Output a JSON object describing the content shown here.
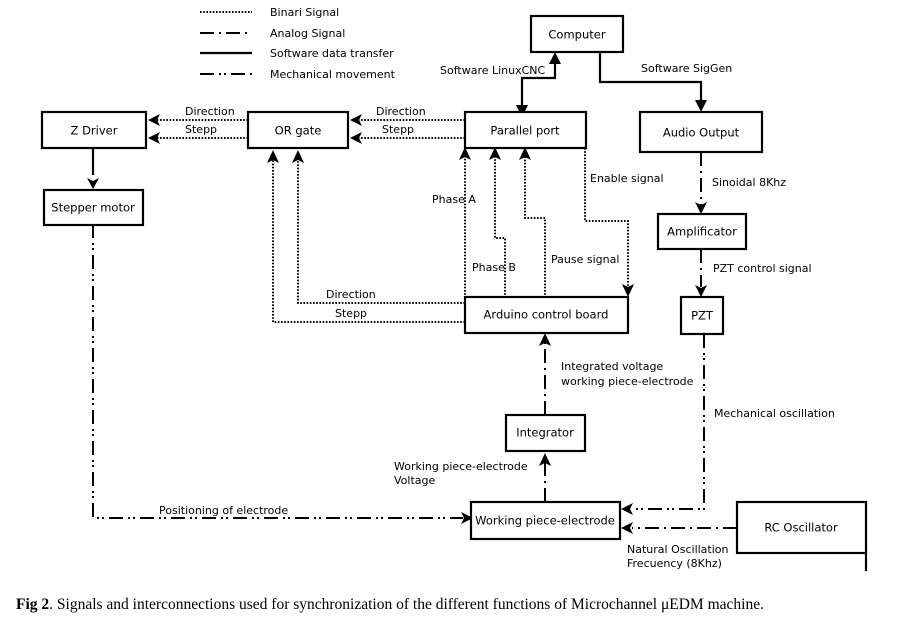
{
  "legend": [
    {
      "style": "binary",
      "label": "Binari Signal"
    },
    {
      "style": "analog",
      "label": "Analog Signal"
    },
    {
      "style": "software",
      "label": "Software data transfer"
    },
    {
      "style": "mechanical",
      "label": "Mechanical movement"
    }
  ],
  "blocks": {
    "computer": "Computer",
    "parallel_port": "Parallel port",
    "audio_output": "Audio Output",
    "z_driver": "Z Driver",
    "or_gate": "OR gate",
    "stepper_motor": "Stepper motor",
    "amplificator": "Amplificator",
    "pzt": "PZT",
    "arduino": "Arduino control board",
    "integrator": "Integrator",
    "working_piece": "Working piece-electrode",
    "rc_oscillator": "RC Oscillator"
  },
  "connection_labels": {
    "software_linuxcnc": "Software LinuxCNC",
    "software_siggen": "Software SigGen",
    "direction_or_to_z": "Direction",
    "stepp_or_to_z": "Stepp",
    "direction_pp_to_or": "Direction",
    "stepp_pp_to_or": "Stepp",
    "phase_a": "Phase A",
    "phase_b": "Phase B",
    "pause_signal": "Pause signal",
    "enable_signal": "Enable signal",
    "direction_arduino_to_or": "Direction",
    "stepp_arduino_to_or": "Stepp",
    "sinoidal": "Sinoidal 8Khz",
    "pzt_control": "PZT control signal",
    "integrated_voltage_1": "Integrated voltage",
    "integrated_voltage_2": "working piece-electrode",
    "mechanical_oscillation": "Mechanical oscillation",
    "wp_voltage_1": "Working piece-electrode",
    "wp_voltage_2": "Voltage",
    "positioning": "Positioning of electrode",
    "natural_osc_1": "Natural Oscillation",
    "natural_osc_2": "Frecuency (8Khz)"
  },
  "caption": {
    "prefix": "Fig 2",
    "text": ". Signals and interconnections used for synchronization of the different functions of Microchannel μEDM machine."
  }
}
